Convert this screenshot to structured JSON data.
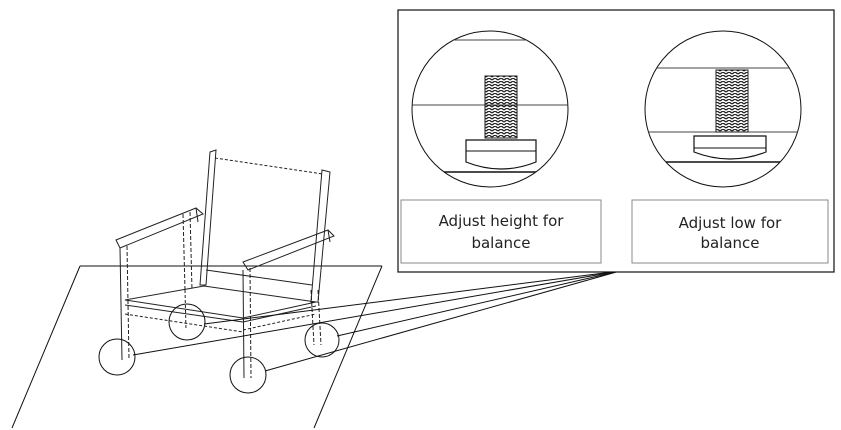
{
  "diagram": {
    "labels": {
      "adjust_height": [
        "Adjust height for",
        "balance"
      ],
      "adjust_low": [
        "Adjust low for",
        "balance"
      ]
    },
    "colors": {
      "stroke": "#111111",
      "thread": "#1a1a1a",
      "box_border": "#777777"
    }
  }
}
